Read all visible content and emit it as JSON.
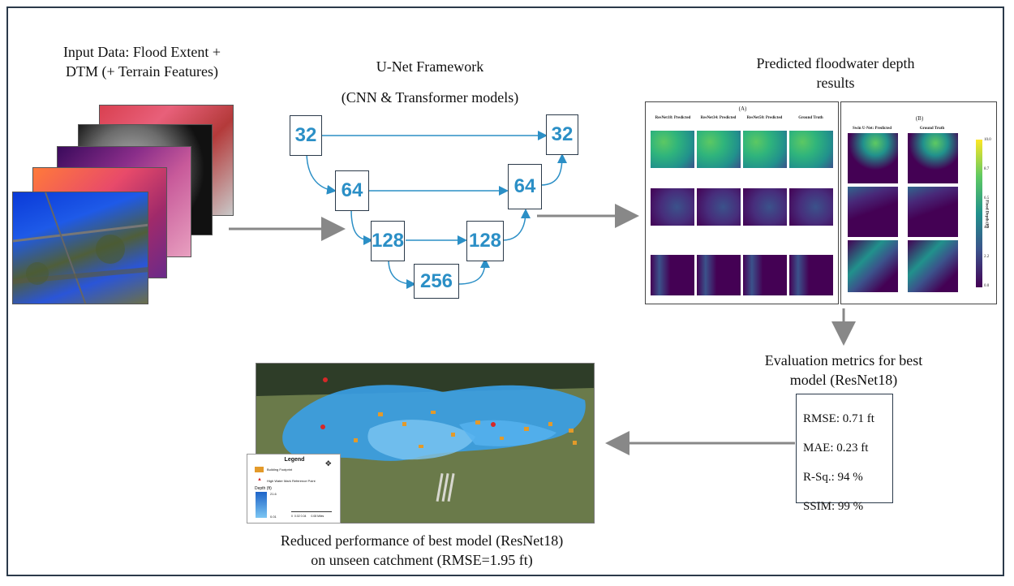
{
  "input": {
    "caption_line1": "Input Data: Flood Extent +",
    "caption_line2": "DTM (+ Terrain Features)"
  },
  "unet": {
    "title": "U-Net Framework",
    "subtitle": "(CNN & Transformer models)",
    "levels": [
      "32",
      "64",
      "128",
      "256",
      "128",
      "64",
      "32"
    ]
  },
  "results": {
    "caption_line1": "Predicted floodwater depth",
    "caption_line2": "results",
    "panel_a_label": "(A)",
    "panel_a_columns": [
      "ResNet18: Predicted",
      "ResNet34: Predicted",
      "ResNet50: Predicted",
      "Ground Truth"
    ],
    "panel_b_label": "(B)",
    "panel_b_columns": [
      "Swin U-Net: Predicted",
      "Ground Truth"
    ],
    "colorbar_title": "Flood Depth (ft)",
    "colorbar_ticks": [
      "10.0",
      "8.7",
      "6.5",
      "4.3",
      "2.2",
      "0.0"
    ],
    "colors": {
      "low": "#440154",
      "mid": "#21918c",
      "high": "#fde725"
    }
  },
  "evaluation": {
    "caption_line1": "Evaluation metrics for best",
    "caption_line2": "model (ResNet18)",
    "metrics": [
      "RMSE: 0.71 ft",
      "MAE: 0.23 ft",
      "R-Sq.: 94 %",
      "SSIM: 99 %"
    ]
  },
  "unseen": {
    "caption_line1": "Reduced performance of best model (ResNet18)",
    "caption_line2": "on unseen catchment (RMSE=1.95 ft)",
    "legend_title": "Legend",
    "legend_building": "Building Footprint",
    "legend_hwm": "High Water Mark Reference Point",
    "legend_depth": "Depth (ft)",
    "legend_depth_max": "21.6",
    "legend_depth_min": "0.01",
    "legend_scale": "0  0.02 0.04      0.08 Miles"
  },
  "colors": {
    "arrow": "#888888",
    "unet_text": "#2b8fc6",
    "unet_line": "#2b8fc6",
    "frame": "#2b3a4a"
  }
}
